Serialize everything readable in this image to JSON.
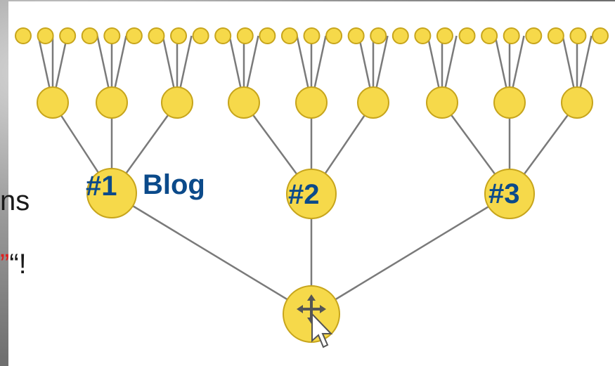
{
  "colors": {
    "node_fill": "#f6d94a",
    "node_stroke": "#c7a51c",
    "edge": "#7a7a7a",
    "label": "#0b4a8a",
    "panel": "#ffffff"
  },
  "diagram": {
    "labels": {
      "hub1": "#1",
      "blog": "Blog",
      "hub2": "#2",
      "hub3": "#3"
    },
    "cut_text": {
      "line1": "ns",
      "line2_red": "”",
      "line2_rest": "“!"
    },
    "tree": {
      "root": "root",
      "hubs": [
        "hub1",
        "hub2",
        "hub3"
      ],
      "mid_per_hub": 3,
      "leaves_per_mid": 3
    }
  }
}
